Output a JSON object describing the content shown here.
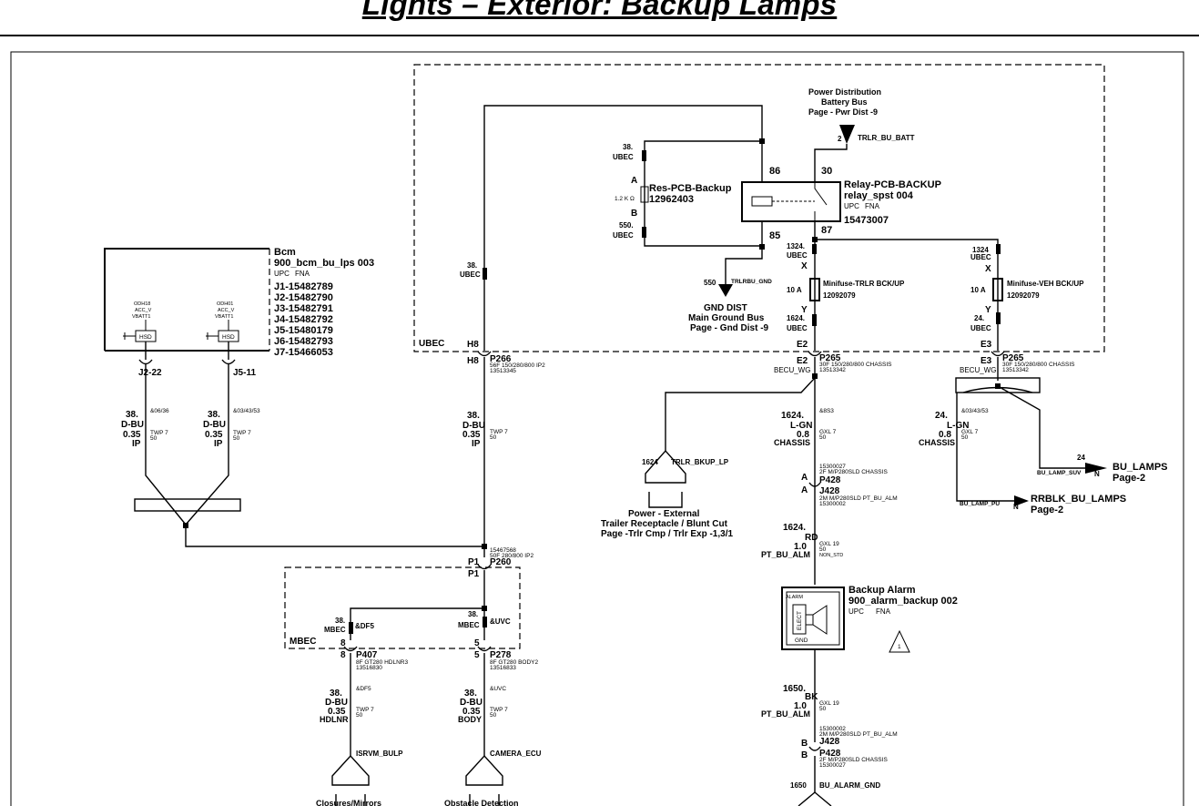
{
  "title": "Lights – Exterior: Backup Lamps",
  "bcm": {
    "name": "Bcm",
    "part": "900_bcm_bu_lps 003",
    "upc": "UPC",
    "fna": "FNA",
    "connectors": [
      "J1-15482789",
      "J2-15482790",
      "J3-15482791",
      "J4-15482792",
      "J5-15480179",
      "J6-15482793",
      "J7-15466053"
    ],
    "hsd_left": {
      "odh": "ODH18",
      "acc": "ACC_V",
      "vbatt": "VBATT1",
      "label": "HSD",
      "pin": "J2-22"
    },
    "hsd_right": {
      "odh": "ODH01",
      "acc": "ACC_V",
      "vbatt": "VBATT1",
      "label": "HSD",
      "pin": "J5-11"
    }
  },
  "wire_left": {
    "circuit": "38.",
    "color": "D-BU",
    "gauge": "0.35",
    "harness": "IP",
    "spec": "&06/36",
    "twp": "TWP 7",
    "n": "50"
  },
  "wire_right": {
    "circuit": "38.",
    "color": "D-BU",
    "gauge": "0.35",
    "harness": "IP",
    "spec": "&03/43/53",
    "twp": "TWP 7",
    "n": "50"
  },
  "wire_mid": {
    "circuit": "38.",
    "color": "D-BU",
    "gauge": "0.35",
    "harness": "IP",
    "twp": "TWP 7",
    "n": "50"
  },
  "ubec": {
    "label": "UBEC",
    "h8_top": "H8",
    "h8_bot": "H8",
    "p266": "P266",
    "p266_desc": "56F 150/280/800 IP2",
    "p266_pn": "13513345",
    "ubec38_a": "38.",
    "ubec38_b": "UBEC"
  },
  "power_dist": {
    "line1": "Power Distribution",
    "line2": "Battery Bus",
    "line3": "Page - Pwr Dist -9",
    "pin": "2",
    "signal": "TRLR_BU_BATT"
  },
  "resistor": {
    "name": "Res-PCB-Backup",
    "pn": "12962403",
    "value": "1.2 K Ω",
    "a": "A",
    "b": "B",
    "top_num": "38.",
    "top_lbl": "UBEC",
    "bot_num": "550.",
    "bot_lbl": "UBEC"
  },
  "relay": {
    "name": "Relay-PCB-BACKUP",
    "type": "relay_spst 004",
    "upc": "UPC",
    "fna": "FNA",
    "pn": "15473007",
    "pin86": "86",
    "pin30": "30",
    "pin85": "85",
    "pin87": "87"
  },
  "gnd_dist": {
    "num": "550",
    "signal": "TRLRBU_GND",
    "line1": "GND DIST",
    "line2": "Main Ground Bus",
    "line3": "Page - Gnd Dist -9"
  },
  "fuse_trlr": {
    "name": "Minifuse-TRLR BCK/UP",
    "pn": "12092079",
    "amp": "10 A",
    "top_num": "1324.",
    "top_lbl": "UBEC",
    "x": "X",
    "y": "Y",
    "bot_num": "1624.",
    "bot_lbl": "UBEC"
  },
  "fuse_veh": {
    "name": "Minifuse-VEH BCK/UP",
    "pn": "12092079",
    "amp": "10 A",
    "top_num": "1324",
    "top_lbl": "UBEC",
    "x": "X",
    "y": "Y",
    "bot_num": "24.",
    "bot_lbl": "UBEC"
  },
  "p265_a": {
    "e_top": "E2",
    "e_bot": "E2",
    "name": "P265",
    "desc": "30F 150/280/800 CHASSIS",
    "pn": "13513342",
    "becu": "BECU_WG"
  },
  "p265_b": {
    "e_top": "E3",
    "e_bot": "E3",
    "name": "P265",
    "desc": "30F 150/280/800 CHASSIS",
    "pn": "13513342",
    "becu": "BECU_WG"
  },
  "trailer": {
    "pin": "1624",
    "signal": "TRLR_BKUP_LP",
    "line1": "Power - External",
    "line2": "Trailer Receptacle / Blunt Cut",
    "line3": "Page -Trlr Cmp / Trlr Exp -1,3/1"
  },
  "wire_lgn": {
    "circuit": "1624.",
    "color": "L-GN",
    "gauge": "0.8",
    "harness": "CHASSIS",
    "spec": "&8S3",
    "gxl": "GXL 7",
    "n": "50"
  },
  "wire_lgn2": {
    "circuit": "24.",
    "color": "L-GN",
    "gauge": "0.8",
    "harness": "CHASSIS",
    "spec": "&03/43/53",
    "gxl": "GXL 7",
    "n": "50"
  },
  "bu_lamps": {
    "num": "24",
    "signal": "BU_LAMP_SUV",
    "n": "N",
    "name": "BU_LAMPS",
    "page": "Page-2"
  },
  "rrblk": {
    "signal": "BU_LAMP_PU",
    "n": "N",
    "name": "RRBLK_BU_LAMPS",
    "page": "Page-2"
  },
  "p428_top": {
    "pn1": "15300027",
    "desc1": "2F M/P280SLD CHASSIS",
    "a1": "A",
    "p428": "P428",
    "a2": "A",
    "j428": "J428",
    "desc2": "2M M/P280SLD PT_BU_ALM",
    "pn2": "15300002"
  },
  "wire_rd": {
    "circuit": "1624.",
    "color": "RD",
    "gauge": "1.0",
    "harness": "PT_BU_ALM",
    "gxl": "GXL 19",
    "n": "50",
    "std": "NON_STD"
  },
  "alarm": {
    "name": "Backup Alarm",
    "part": "900_alarm_backup 002",
    "upc": "UPC",
    "fna": "FNA",
    "alarm": "ALARM",
    "elect": "ELECT",
    "gnd": "GND",
    "note": "1"
  },
  "wire_bk": {
    "circuit": "1650.",
    "color": "BK",
    "gauge": "1.0",
    "harness": "PT_BU_ALM",
    "gxl": "GXL 19",
    "n": "50"
  },
  "p428_bot": {
    "pn1": "15300002",
    "desc1": "2M M/P280SLD PT_BU_ALM",
    "b1": "B",
    "j428": "J428",
    "b2": "B",
    "p428": "P428",
    "desc2": "2F M/P280SLD CHASSIS",
    "pn2": "15300027",
    "num": "1650",
    "signal": "BU_ALARM_GND"
  },
  "p260": {
    "pn": "15467568",
    "desc": "50F 280/800 IP2",
    "p1_top": "P1",
    "name": "P260",
    "p1_bot": "P1"
  },
  "mbec": {
    "label": "MBEC",
    "left_num": "38.",
    "left_lbl": "MBEC",
    "left_spec": "&DF5",
    "left_pin": "8",
    "left_pin2": "8",
    "right_num": "38.",
    "right_lbl": "MBEC",
    "right_spec": "&UVC",
    "right_pin": "5",
    "right_pin2": "5"
  },
  "p407": {
    "name": "P407",
    "desc": "8F GT280 HDLNR3",
    "pn": "13516830"
  },
  "p278": {
    "name": "P278",
    "desc": "8F GT280 BODY2",
    "pn": "13516833"
  },
  "wire_hdlnr": {
    "circuit": "38.",
    "color": "D-BU",
    "gauge": "0.35",
    "harness": "HDLNR",
    "spec": "&DF5",
    "twp": "TWP 7",
    "n": "50"
  },
  "wire_body": {
    "circuit": "38.",
    "color": "D-BU",
    "gauge": "0.35",
    "harness": "BODY",
    "spec": "&UVC",
    "twp": "TWP 7",
    "n": "50"
  },
  "isrvm": {
    "signal": "ISRVM_BULP",
    "dest": "Closures/Mirrors"
  },
  "camera": {
    "signal": "CAMERA_ECU",
    "dest": "Obstacle Detection"
  }
}
